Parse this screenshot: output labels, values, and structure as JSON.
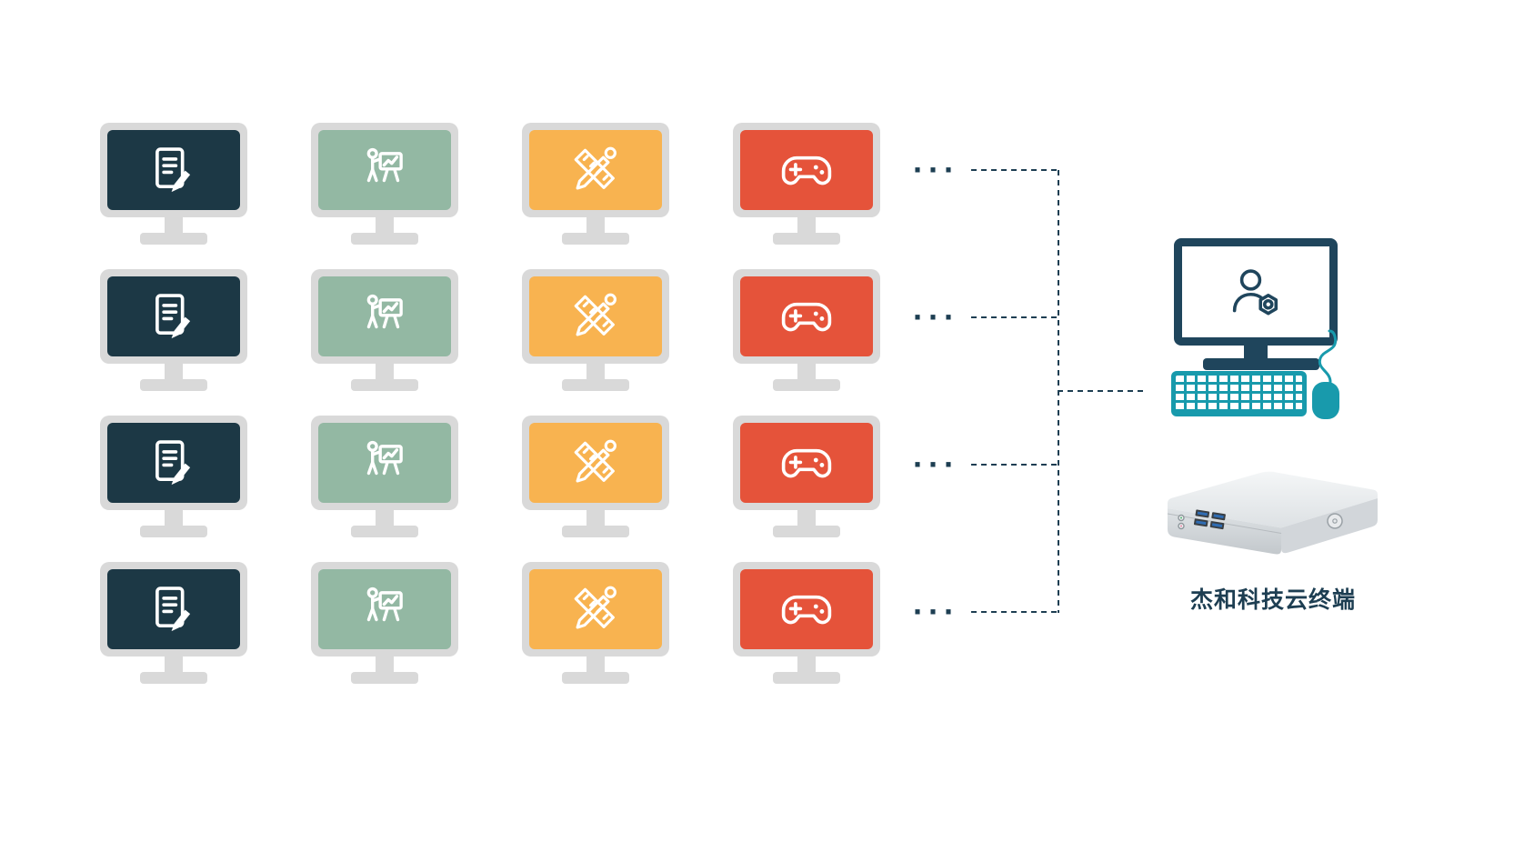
{
  "diagram": {
    "dots": "···",
    "rows": 4,
    "workstations": [
      {
        "name": "document",
        "icon": "document-edit-icon",
        "color": "#1c3845"
      },
      {
        "name": "presentation",
        "icon": "presentation-chart-icon",
        "color": "#93b8a3"
      },
      {
        "name": "design",
        "icon": "ruler-pencil-icon",
        "color": "#f8b350"
      },
      {
        "name": "game",
        "icon": "gamepad-icon",
        "color": "#e5533a"
      }
    ],
    "terminal": {
      "label": "杰和科技云终端",
      "monitor_icon": "user-gear-icon"
    }
  },
  "colors": {
    "background": "#ffffff",
    "monitor-frame": "#d9d9d9",
    "line": "#1d3e52",
    "terminal-navy": "#1f455c",
    "terminal-teal": "#189aac",
    "label": "#1d3e52"
  }
}
